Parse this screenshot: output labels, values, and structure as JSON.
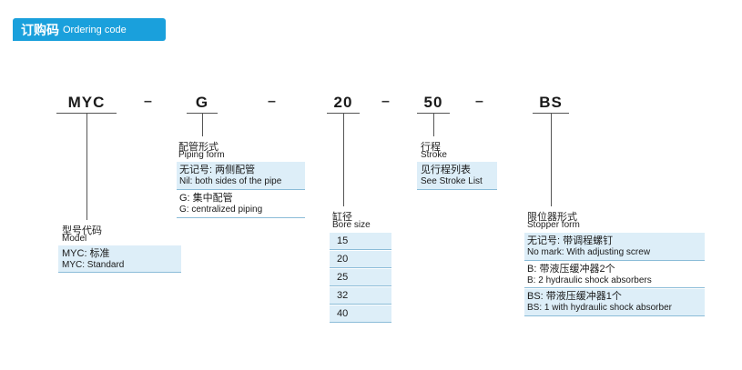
{
  "header": {
    "title_cn": "订购码",
    "title_en": "Ordering code",
    "color": "#1aa0dc"
  },
  "code": {
    "segments": [
      "MYC",
      "G",
      "20",
      "50",
      "BS"
    ],
    "dash": "–"
  },
  "model": {
    "label_cn": "型号代码",
    "label_en": "Model",
    "options": [
      {
        "cn": "MYC: 标准",
        "en": "MYC: Standard"
      }
    ]
  },
  "piping": {
    "label_cn": "配管形式",
    "label_en": "Piping form",
    "options": [
      {
        "cn": "无记号: 两侧配管",
        "en": "Nil: both sides of the pipe"
      },
      {
        "cn": "G: 集中配管",
        "en": "G: centralized piping"
      }
    ]
  },
  "bore": {
    "label_cn": "缸径",
    "label_en": "Bore size",
    "values": [
      "15",
      "20",
      "25",
      "32",
      "40"
    ]
  },
  "stroke": {
    "label_cn": "行程",
    "label_en": "Stroke",
    "options": [
      {
        "cn": "见行程列表",
        "en": "See Stroke List"
      }
    ]
  },
  "stopper": {
    "label_cn": "限位器形式",
    "label_en": "Stopper form",
    "options": [
      {
        "cn": "无记号: 带调程螺钉",
        "en": "No mark: With adjusting screw"
      },
      {
        "cn": "B: 带液压缓冲器2个",
        "en": "B: 2 hydraulic shock absorbers"
      },
      {
        "cn": "BS: 带液压缓冲器1个",
        "en": "BS: 1 with hydraulic shock absorber"
      }
    ]
  }
}
